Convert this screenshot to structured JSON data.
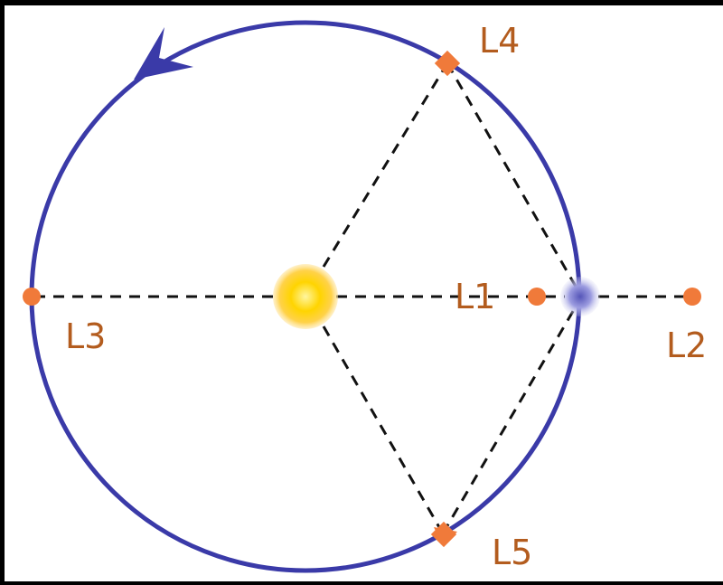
{
  "diagram": {
    "labels": {
      "l1": "L1",
      "l2": "L2",
      "l3": "L3",
      "l4": "L4",
      "l5": "L5"
    },
    "colors": {
      "orbit": "#3a3aa8",
      "lagrange_point": "#f07a3a",
      "label": "#b35c1e",
      "sun": "#ffd400",
      "planet": "#8c8cd8",
      "guide_lines": "#111111"
    }
  }
}
